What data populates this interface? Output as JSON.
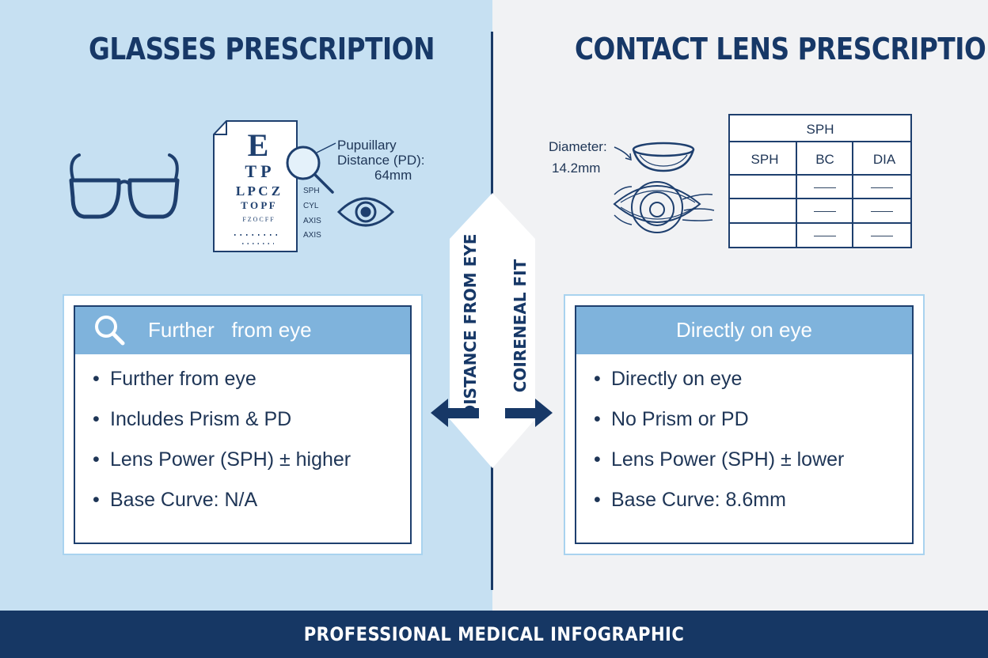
{
  "left_panel": {
    "title": "GLASSES PRESCRIPTION",
    "pd_label": [
      "Pupuillary",
      "Distance (PD):",
      "64mm"
    ],
    "chart_letters": [
      "E",
      "T P",
      "L P C Z",
      "T O P F",
      "F Z O C F F"
    ],
    "rx_labels": [
      "SPH",
      "CYL",
      "AXIS",
      "AXIS"
    ],
    "card": {
      "header": "Further   from eye",
      "bullets": [
        "Further from eye",
        "Includes Prism & PD",
        "Lens Power (SPH) ± higher",
        "Base Curve: N/A"
      ]
    }
  },
  "right_panel": {
    "title": "CONTACT LENS PRESCRIPTION",
    "diameter_label": [
      "Diameter:",
      "14.2mm"
    ],
    "table": {
      "top_header": "SPH",
      "columns": [
        "SPH",
        "BC",
        "DIA"
      ],
      "rows": [
        [
          "",
          "——",
          "——"
        ],
        [
          "",
          "——",
          "——"
        ],
        [
          "",
          "——",
          "——"
        ]
      ]
    },
    "card": {
      "header": "Directly on eye",
      "bullets": [
        "Directly on eye",
        "No Prism or PD",
        "Lens Power (SPH) ± lower",
        "Base Curve: 8.6mm"
      ]
    }
  },
  "center": {
    "left_arrow_label": "DISTANCE FROM EYE",
    "right_arrow_label": "COIRENEAL FIT"
  },
  "footer": "PROFESSIONAL MEDICAL INFOGRAPHIC",
  "colors": {
    "navy": "#173867",
    "left_background": "#c6e0f2",
    "right_background": "#f1f2f4",
    "card_header": "#7fb3dc"
  },
  "icons": [
    "glasses-icon",
    "eye-chart-icon",
    "magnifier-icon",
    "eye-icon",
    "contact-lens-icon",
    "eye-side-icon",
    "search-icon",
    "arrow-left-icon",
    "arrow-right-icon"
  ]
}
